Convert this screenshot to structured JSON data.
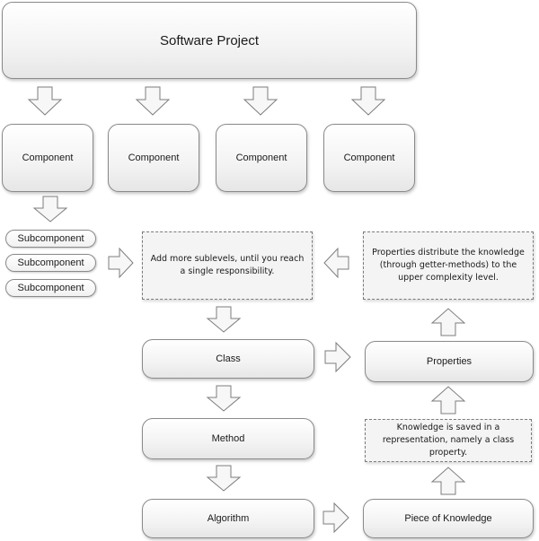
{
  "project": {
    "label": "Software Project"
  },
  "components": [
    {
      "label": "Component"
    },
    {
      "label": "Component"
    },
    {
      "label": "Component"
    },
    {
      "label": "Component"
    }
  ],
  "subcomponents": [
    {
      "label": "Subcomponent"
    },
    {
      "label": "Subcomponent"
    },
    {
      "label": "Subcomponent"
    }
  ],
  "notes": {
    "sublevels": "Add more sublevels, until you reach a single responsibility.",
    "properties": "Properties distribute the knowledge (through getter-methods) to the upper complexity level.",
    "knowledge": "Knowledge is saved in a representation, namely a class property."
  },
  "nodes": {
    "class": "Class",
    "method": "Method",
    "algorithm": "Algorithm",
    "properties": "Properties",
    "piece_of_knowledge": "Piece of Knowledge"
  }
}
